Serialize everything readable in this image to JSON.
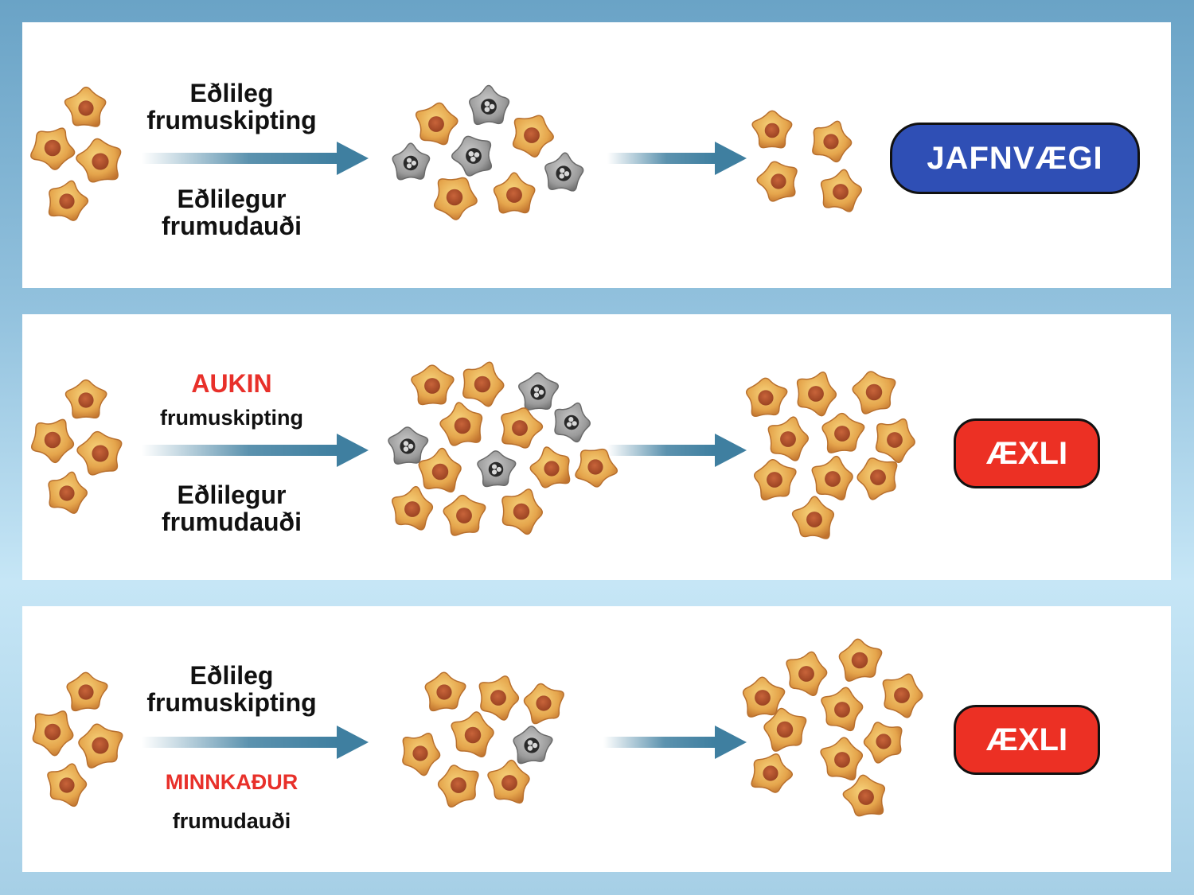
{
  "colors": {
    "cell_body": "#e2a14a",
    "cell_nucleus": "#b4542a",
    "dying_cell": "#8e8e8e",
    "arrow": "#3f7fa0",
    "badge_balance": "#2f4fb5",
    "badge_tumor": "#ec3024",
    "highlight_text": "#e8302a"
  },
  "rows": [
    {
      "upper_label": [
        "Eðlileg",
        "frumuskipting"
      ],
      "lower_label": [
        "Eðlilegur",
        "frumudauði"
      ],
      "result": "JAFNVÆGI"
    },
    {
      "upper_highlight": "AUKIN",
      "upper_label": "frumuskipting",
      "lower_label": [
        "Eðlilegur",
        "frumudauði"
      ],
      "result": "ÆXLI"
    },
    {
      "upper_label": [
        "Eðlileg",
        "frumuskipting"
      ],
      "lower_highlight": "MINNKAÐUR",
      "lower_label": "frumudauði",
      "result": "ÆXLI"
    }
  ]
}
